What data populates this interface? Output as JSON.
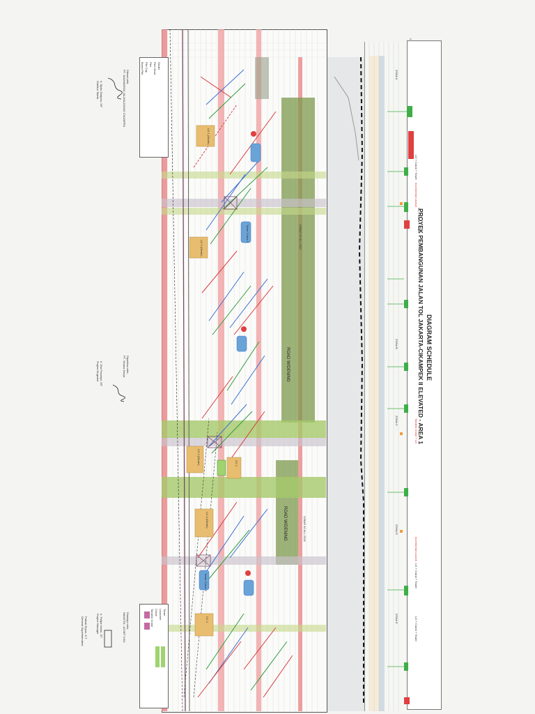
{
  "document": {
    "page_number": "2",
    "title_line1": "DIAGRAM SCHEDULE",
    "title_line2": "PROYEK PEMBANGUNAN JALAN TOL JAKARTA-CIKAMPEK II ELEVATED - AREA 1",
    "header_tags": {
      "tag_1": "LG + Crane + Tower",
      "tag_2": "LG + Crane + Tower",
      "tag_3": "Incremental Launch",
      "tag_4": "Tandem Crane + LG",
      "tag_5": "Incremental Launch",
      "tag_6": "LG + Crane + Tower",
      "tag_7": "LG + Crane + Tower"
    },
    "zones": [
      "ZONA A",
      "ZONA B",
      "ZONA C",
      "ZONA D",
      "ZONA E"
    ],
    "bands": {
      "road_widening_1": "ROAD WIDENING",
      "road_widening_2": "ROAD WIDENING",
      "band_label_1": "LEBAR 40 ALL 2017",
      "band_label_2": "LEBAR 40 ALL 2018"
    },
    "signatures": {
      "left_top_1": "Dibuat oleh,",
      "left_top_2": "PT. JASAMARGA JALANLAYANG CIKAMPEK",
      "left_top_name": "Ir. Djoko Dwijono, MT",
      "left_top_role": "Direktur Teknik",
      "middle_1": "Diperiksa oleh,",
      "middle_2": "PT. Virama Karya",
      "middle_name": "Ir. Dwi Prasetyo, MT",
      "middle_role": "Project Engineer",
      "right_1": "Disetujui oleh,",
      "right_2": "WASKITA - ACSET KSO",
      "right_name": "Ir. Fadjar Iswan, ST",
      "right_role": "Project Manager",
      "right_name2": "Fakhar Eryan, S.T",
      "right_role2": "General Superintendent"
    },
    "legend_items": [
      "Girder",
      "Pier Head",
      "Pier",
      "Pile Cap",
      "Bored Pile"
    ],
    "legend2_items": [
      "Tandem Crane",
      "Crane",
      "Launcher",
      "Tower"
    ],
    "callouts": [
      "LG 1 (Girder)",
      "LG 2 (Girder)",
      "LG 3 (Girder)",
      "LG 4 (Girder)",
      "CC 1",
      "CC 2",
      "Tower Crane 1",
      "Tower Crane 2"
    ],
    "colors": {
      "red_band": "#e88a8a",
      "green_band": "#a6c96a",
      "olive_band": "#7e9a4c",
      "pink_band": "#f3c6c6",
      "gray_band": "#c9c2cc",
      "blue_line": "#3a6fd0",
      "green_line": "#2f9c3a",
      "red_line": "#d83a3a",
      "dark_dash": "#222"
    }
  }
}
